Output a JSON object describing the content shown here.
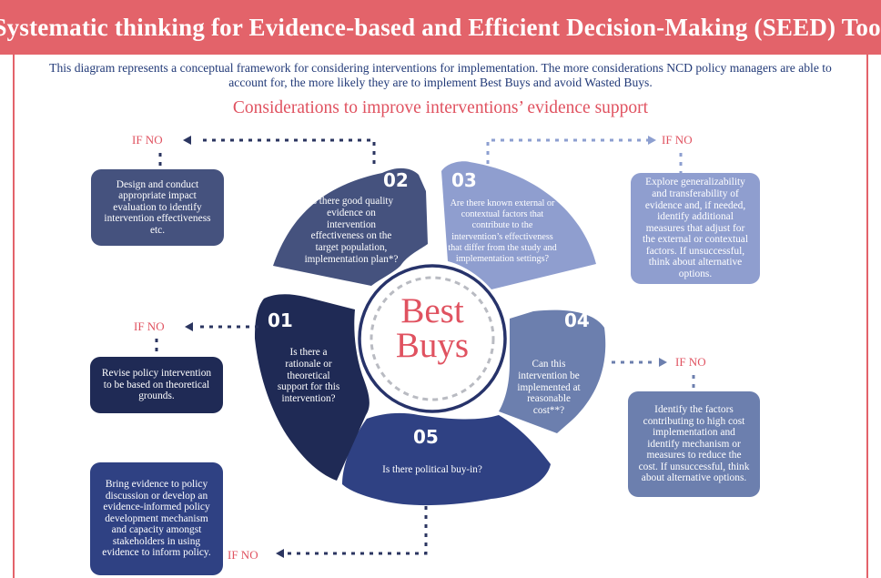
{
  "title": "Systematic thinking for Evidence-based and Efficient Decision-Making (SEED) Tool",
  "intro": "This diagram represents a conceptual framework for considering interventions for implementation. The more considerations NCD policy managers are able to account for, the more likely they are to implement Best Buys and avoid Wasted Buys.",
  "subtitle": "Considerations to improve interventions’ evidence support",
  "center": {
    "line1": "Best",
    "line2": "Buys"
  },
  "if_no_label": "IF NO",
  "colors": {
    "accent": "#e3636a",
    "navy": "#22305f",
    "petal02": "#45527e",
    "petal03": "#8f9ecf",
    "petal04": "#6c7fae",
    "petal05": "#2f4183",
    "dash_dark": "#2b3560",
    "dash_light": "#8d9fd0"
  },
  "steps": [
    {
      "number": "01",
      "question": "Is there a rationale or theoretical support for this intervention?",
      "action": "Revise policy intervention to be based on theoretical grounds."
    },
    {
      "number": "02",
      "question": "Is there good quality evidence on intervention effectiveness on the target population, implementation plan*?",
      "action": "Design and conduct appropriate impact evaluation to identify intervention effectiveness etc."
    },
    {
      "number": "03",
      "question": "Are there known external or contextual factors that contribute to the intervention’s effectiveness that differ from the study and implementation settings?",
      "action": "Explore generalizability and transferability of evidence and, if needed, identify additional measures that adjust for the external or contextual factors. If unsuccessful, think about alternative options."
    },
    {
      "number": "04",
      "question": "Can this intervention be implemented at reasonable cost**?",
      "action": "Identify the factors contributing to high cost implementation and identify mechanism or measures to reduce the cost. If unsuccessful, think about alternative options."
    },
    {
      "number": "05",
      "question": "Is there political buy-in?",
      "action": "Bring evidence to policy discussion or develop an evidence-informed policy development mechanism and capacity amongst stakeholders in using evidence to inform policy."
    }
  ]
}
